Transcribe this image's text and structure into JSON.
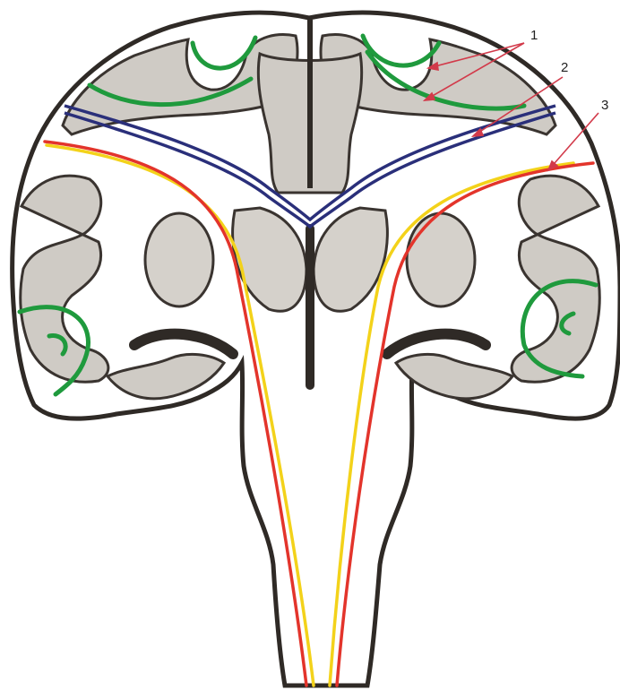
{
  "diagram": {
    "callouts": [
      {
        "id": "1",
        "label": "1"
      },
      {
        "id": "2",
        "label": "2"
      },
      {
        "id": "3",
        "label": "3"
      }
    ]
  },
  "colors": {
    "background": "#ffffff",
    "outline": "#2f2a26",
    "gray_matter": "#cfcbc5",
    "cortex_edge": "#3a3430",
    "association_fibers": "#1f9a3d",
    "commissural_fibers": "#2a2f7a",
    "projection_fibers_red": "#e3342b",
    "projection_fibers_yellow": "#f3d21a",
    "callout_lines": "#d23a4a"
  }
}
